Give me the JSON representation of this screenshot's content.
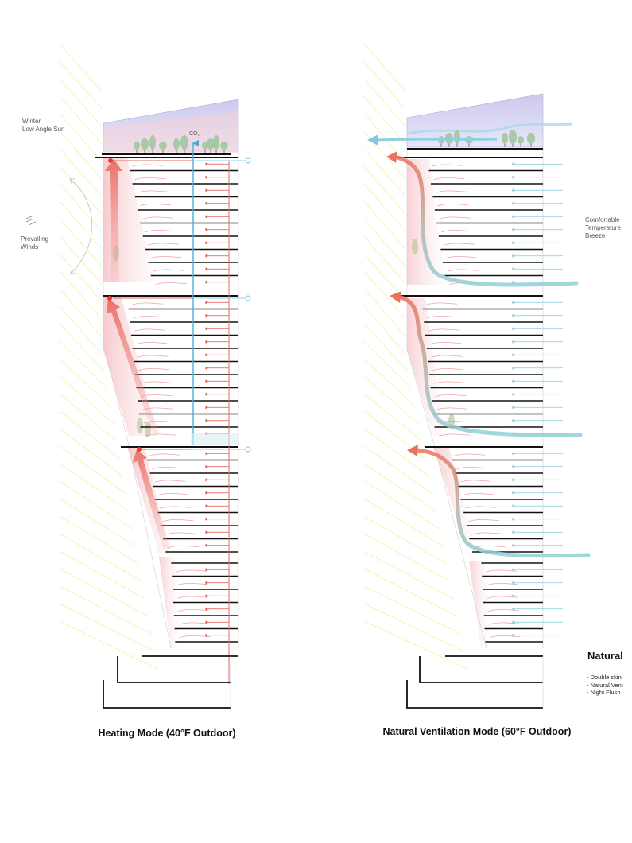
{
  "left_panel": {
    "caption": "Heating Mode (40°F Outdoor)",
    "sun_label": [
      "Winter",
      "Low Angle Sun"
    ],
    "wind_label": [
      "Prevailing",
      "Winds"
    ],
    "co2_label": "CO₂"
  },
  "right_panel": {
    "caption": "Natural Ventilation Mode (60°F Outdoor)",
    "breeze_label": [
      "Comfortable",
      "Temperature",
      "Breeze"
    ]
  },
  "legend": {
    "title": "Natural",
    "items": [
      "- Double skin",
      "- Natural Vent",
      "- Night Flush"
    ]
  },
  "colors": {
    "warm_air": "#e8665a",
    "warm_tint": "#f6c9cc",
    "cool_air": "#7fc9d8",
    "co2_arrow": "#4aaedb",
    "sun_ray": "#efef9a",
    "roof_glass": "#c9c6ea",
    "slab": "#111111",
    "trees": "#9ec49a"
  }
}
